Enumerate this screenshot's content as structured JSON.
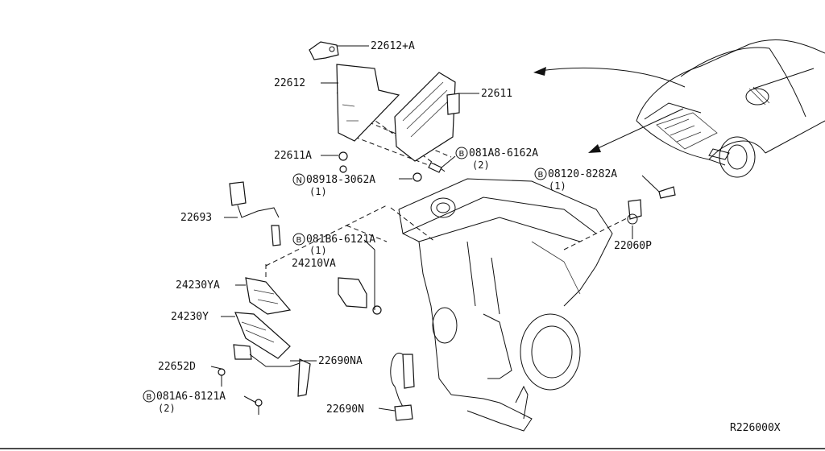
{
  "callouts": {
    "p22612A": "22612+A",
    "p22612": "22612",
    "p22611": "22611",
    "p22611A": "22611A",
    "p081A8": "081A8-6162A",
    "p081A8_qty": "(2)",
    "p08918": "08918-3062A",
    "p08918_qty": "(1)",
    "p08120": "08120-8282A",
    "p08120_qty": "(1)",
    "p22693": "22693",
    "p081B6": "081B6-6121A",
    "p081B6_qty": "(1)",
    "p24210VA": "24210VA",
    "p22060P": "22060P",
    "p24230YA": "24230YA",
    "p24230Y": "24230Y",
    "p22690NA": "22690NA",
    "p22652D": "22652D",
    "p081A6": "081A6-8121A",
    "p081A6_qty": "(2)",
    "p22690N": "22690N"
  },
  "prefix_symbols": {
    "bolt": "B",
    "nut": "N"
  },
  "diagram_id": "R226000X"
}
